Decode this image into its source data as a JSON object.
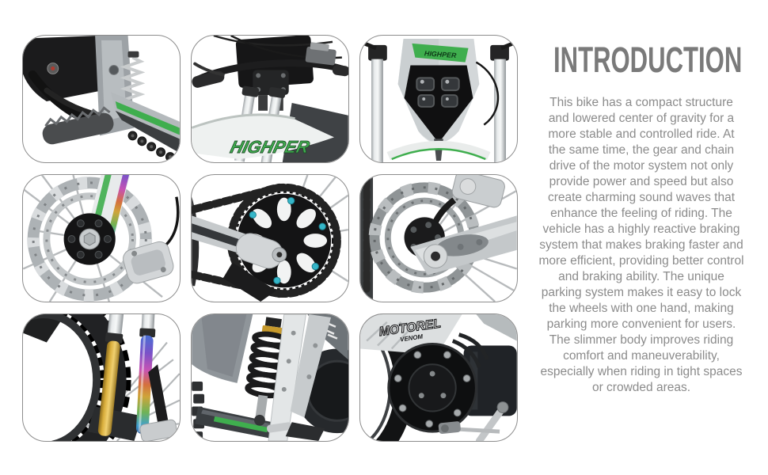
{
  "intro": {
    "heading": "INTRODUCTION",
    "body": "This bike has a compact structure and lowered center of gravity for a more stable and controlled ride. At the same time, the gear and chain drive of the motor system not only provide power and speed but also create charming sound waves that enhance the feeling of riding. The vehicle has a highly reactive braking system that makes braking faster and more efficient, providing better control and braking ability. The unique parking system makes it easy to lock the wheels with one hand, making parking more convenient for users. The slimmer body improves riding comfort and maneuverability, especially when riding in tight spaces or crowded areas."
  },
  "gallery": {
    "tiles": [
      {
        "name": "foot-peg-and-kick-lever"
      },
      {
        "name": "handlebar-and-front-fender"
      },
      {
        "name": "led-headlight-mask"
      },
      {
        "name": "front-brake-disc-and-caliper"
      },
      {
        "name": "rear-sprocket-and-chain"
      },
      {
        "name": "rear-brake-disc-and-swingarm"
      },
      {
        "name": "front-tire-and-iridescent-forks"
      },
      {
        "name": "rear-shock-and-frame"
      },
      {
        "name": "motor-side-cover"
      }
    ],
    "decals": {
      "fender": "HIGHPER",
      "headlight": "HIGHPER",
      "engine_line1": "MOTOREL",
      "engine_line2": "VENOM"
    }
  },
  "colors": {
    "accent_green": "#3fae4e",
    "heading_gray": "#7a7a7a",
    "body_gray": "#8b8b8b",
    "tile_border": "#8d8d8d"
  }
}
